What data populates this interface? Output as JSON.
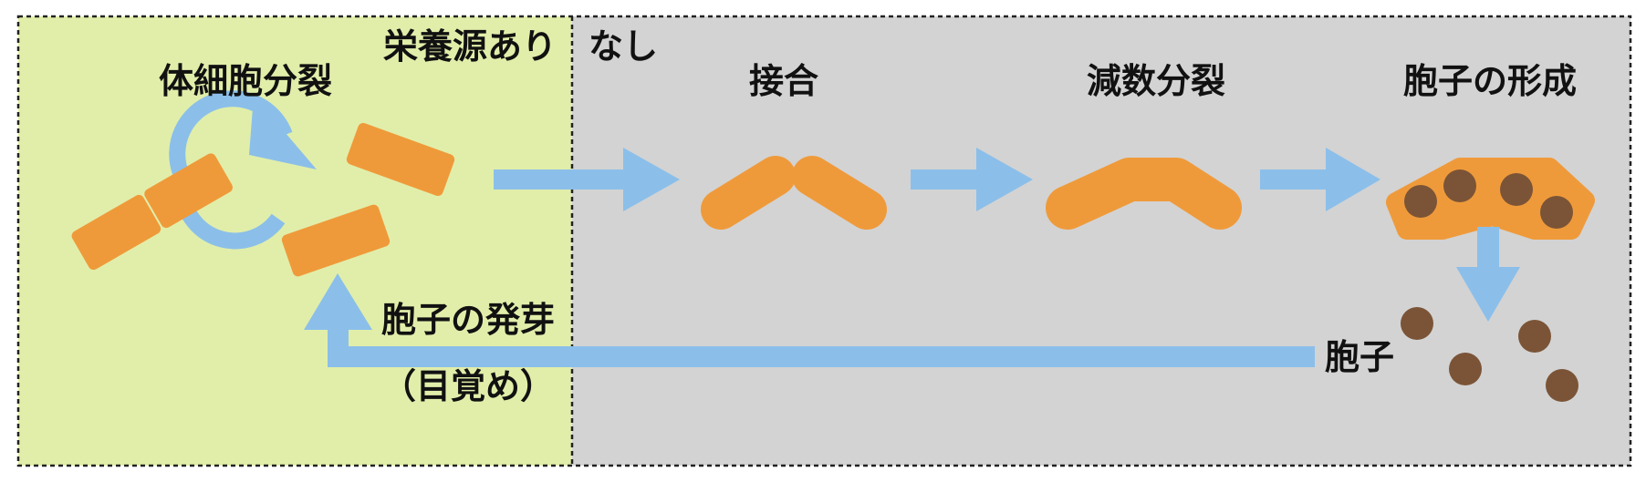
{
  "zones": {
    "nutrient_present": "栄養源あり",
    "nutrient_absent": "なし"
  },
  "stages": {
    "mitosis": "体細胞分裂",
    "conjugation": "接合",
    "meiosis": "減数分裂",
    "spore_formation": "胞子の形成",
    "germination": "胞子の発芽",
    "awakening": "（目覚め）",
    "spore": "胞子"
  },
  "colors": {
    "nutrient_zone": "#e1eeaa",
    "starvation_zone": "#d3d3d3",
    "cell": "#ef9a3a",
    "arrow": "#8bbfea",
    "spore": "#7b5437"
  }
}
